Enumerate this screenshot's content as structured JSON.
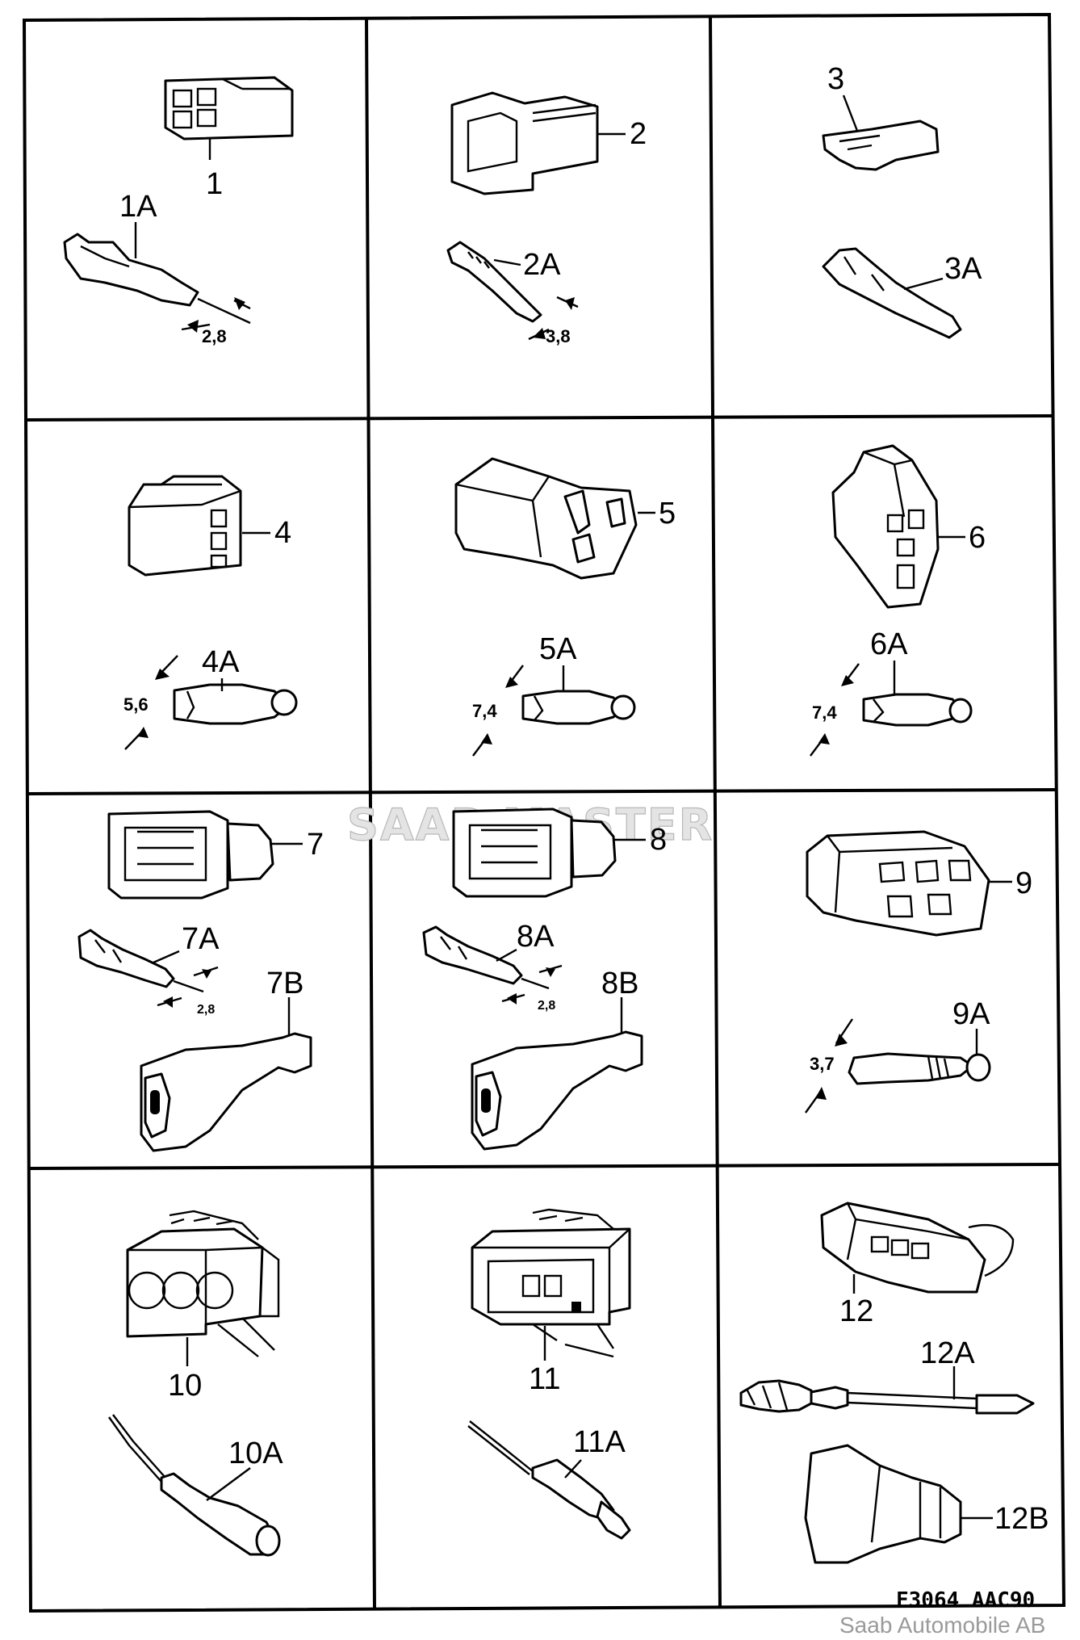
{
  "cells": [
    {
      "id": "c1",
      "labels": [
        "1",
        "1A"
      ],
      "dimension": "2,8"
    },
    {
      "id": "c2",
      "labels": [
        "2",
        "2A"
      ],
      "dimension": "3,8"
    },
    {
      "id": "c3",
      "labels": [
        "3",
        "3A"
      ]
    },
    {
      "id": "c4",
      "labels": [
        "4",
        "4A"
      ],
      "dimension": "5,6"
    },
    {
      "id": "c5",
      "labels": [
        "5",
        "5A"
      ],
      "dimension": "7,4"
    },
    {
      "id": "c6",
      "labels": [
        "6",
        "6A"
      ],
      "dimension": "7,4"
    },
    {
      "id": "c7",
      "labels": [
        "7",
        "7A",
        "7B"
      ],
      "dimension": "2,8"
    },
    {
      "id": "c8",
      "labels": [
        "8",
        "8A",
        "8B"
      ],
      "dimension": "2,8"
    },
    {
      "id": "c9",
      "labels": [
        "9",
        "9A"
      ],
      "dimension": "3,7"
    },
    {
      "id": "c10",
      "labels": [
        "10",
        "10A"
      ]
    },
    {
      "id": "c11",
      "labels": [
        "11",
        "11A"
      ]
    },
    {
      "id": "c12",
      "labels": [
        "12",
        "12A",
        "12B"
      ]
    }
  ],
  "watermark": "SAAB MASTER",
  "figure_code": "F3064  AAC90",
  "copyright": "Saab Automobile AB"
}
